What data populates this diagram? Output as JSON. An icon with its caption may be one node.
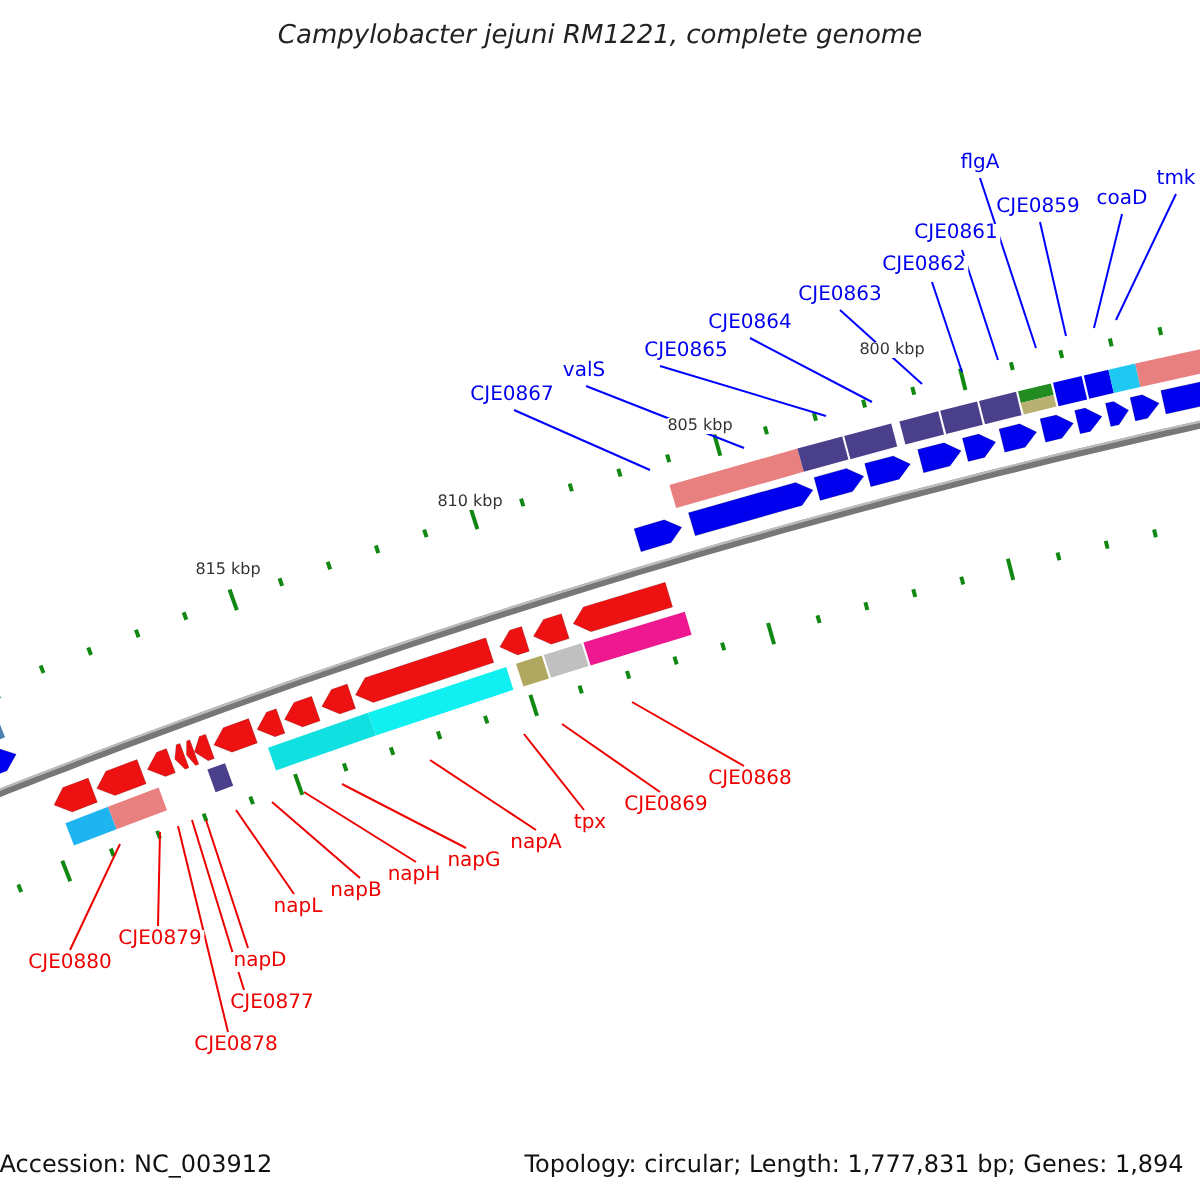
{
  "diagram": {
    "title": "Campylobacter jejuni RM1221, complete genome",
    "nodes": [
      {
        "text": [
          "CJE0867"
        ]
      },
      {
        "text": [
          "valS"
        ]
      },
      {
        "text": [
          "CJE0865"
        ]
      },
      {
        "text": [
          "CJE0864"
        ]
      },
      {
        "text": [
          "CJE0863"
        ]
      },
      {
        "text": [
          "CJE0862"
        ]
      },
      {
        "text": [
          "CJE0861"
        ]
      },
      {
        "text": [
          "flgA"
        ]
      },
      {
        "text": [
          "CJE0859"
        ]
      },
      {
        "text": [
          "coaD"
        ]
      },
      {
        "text": [
          "tmk"
        ]
      },
      {
        "text": [
          "CJE0868"
        ]
      },
      {
        "text": [
          "CJE0869"
        ]
      },
      {
        "text": [
          "tpx"
        ]
      },
      {
        "text": [
          "napA"
        ]
      },
      {
        "text": [
          "napG"
        ]
      },
      {
        "text": [
          "napH"
        ]
      },
      {
        "text": [
          "napB"
        ]
      },
      {
        "text": [
          "napL"
        ]
      },
      {
        "text": [
          "napD"
        ]
      },
      {
        "text": [
          "CJE0877"
        ]
      },
      {
        "text": [
          "CJE0878"
        ]
      },
      {
        "text": [
          "CJE0879"
        ]
      },
      {
        "text": [
          "CJE0880"
        ]
      }
    ],
    "edges": [
      {
        "from": 0,
        "to": null,
        "arrow": "none",
        "color": "#0000ff"
      },
      {
        "from": 1,
        "to": null,
        "arrow": "none",
        "color": "#0000ff"
      },
      {
        "from": 2,
        "to": null,
        "arrow": "none",
        "color": "#0000ff"
      },
      {
        "from": 3,
        "to": null,
        "arrow": "none",
        "color": "#0000ff"
      },
      {
        "from": 4,
        "to": null,
        "arrow": "none",
        "color": "#0000ff"
      },
      {
        "from": 5,
        "to": null,
        "arrow": "none",
        "color": "#0000ff"
      },
      {
        "from": 6,
        "to": null,
        "arrow": "none",
        "color": "#0000ff"
      },
      {
        "from": 7,
        "to": null,
        "arrow": "none",
        "color": "#0000ff"
      },
      {
        "from": 8,
        "to": null,
        "arrow": "none",
        "color": "#0000ff"
      },
      {
        "from": 9,
        "to": null,
        "arrow": "none",
        "color": "#0000ff"
      },
      {
        "from": 10,
        "to": null,
        "arrow": "none",
        "color": "#0000ff"
      },
      {
        "from": 11,
        "to": null,
        "arrow": "none"
      },
      {
        "from": 12,
        "to": null,
        "arrow": "none"
      },
      {
        "from": 13,
        "to": null,
        "arrow": "none"
      },
      {
        "from": 14,
        "to": null,
        "arrow": "none"
      },
      {
        "from": 15,
        "to": null,
        "arrow": "none"
      },
      {
        "from": 16,
        "to": null,
        "arrow": "none"
      },
      {
        "from": 17,
        "to": null,
        "arrow": "none"
      },
      {
        "from": 18,
        "to": null,
        "arrow": "none"
      },
      {
        "from": 19,
        "to": null,
        "arrow": "none"
      },
      {
        "from": 20,
        "to": null,
        "arrow": "none"
      },
      {
        "from": 21,
        "to": null,
        "arrow": "none"
      },
      {
        "from": 22,
        "to": null,
        "arrow": "none"
      },
      {
        "from": 23,
        "to": null,
        "arrow": "none"
      }
    ],
    "labels": [
      "800 kbp",
      "805 kbp",
      "810 kbp",
      "815 kbp",
      "Accession: NC_003912",
      "Topology: circular; Length: 1,777,831 bp; Genes: 1,894"
    ]
  }
}
